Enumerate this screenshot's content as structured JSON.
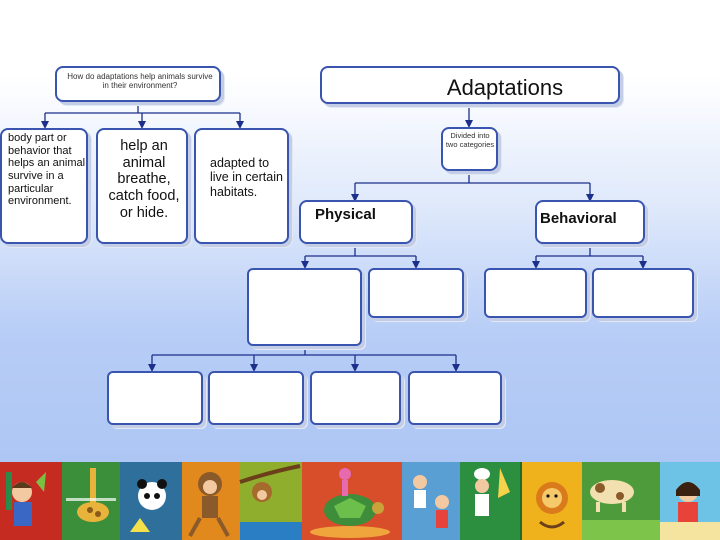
{
  "diagram": {
    "title": "Adaptations",
    "question": "How do adaptations help animals survive in their environment?",
    "divided_note": "Divided into two categories",
    "definition_1": "body part or behavior that helps an animal survive in a particular environment.",
    "definition_2": "help an animal breathe, catch food, or hide.",
    "definition_3": "adapted to live in certain habitats.",
    "category_physical": "Physical",
    "category_behavioral": "Behavioral"
  },
  "colors": {
    "box_border": "#3a55b0",
    "connector": "#1c2f8a",
    "background_bottom": "#a8c2f3"
  },
  "footer": {
    "panels": [
      {
        "color": "#c62b22",
        "icon": "kid-with-plant"
      },
      {
        "color": "#3b8f3a",
        "icon": "giraffe"
      },
      {
        "color": "#2f6f9c",
        "icon": "panda"
      },
      {
        "color": "#e2891e",
        "icon": "monkey"
      },
      {
        "color": "#8fae2e",
        "icon": "monkey-on-branch"
      },
      {
        "color": "#d84d2a",
        "icon": "turtle"
      },
      {
        "color": "#5a9fd4",
        "icon": "children"
      },
      {
        "color": "#2b8f3f",
        "icon": "chef"
      },
      {
        "color": "#f0b21c",
        "icon": "lion"
      },
      {
        "color": "#4d9b3a",
        "icon": "cow"
      },
      {
        "color": "#6cc3e6",
        "icon": "girl"
      }
    ]
  }
}
